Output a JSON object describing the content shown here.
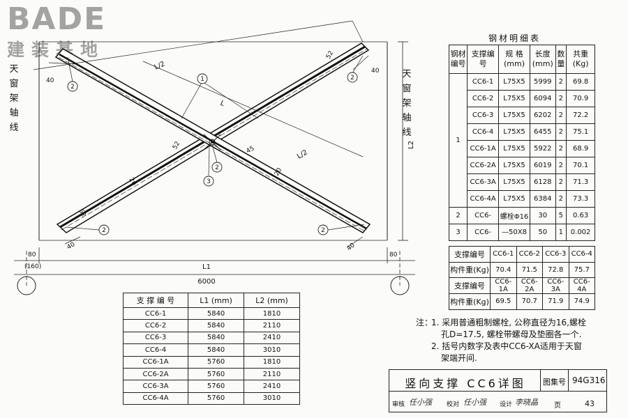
{
  "logo": {
    "latin": "BADE",
    "chinese": "建装基地"
  },
  "drawing": {
    "axis_label_left": [
      "天",
      "窗",
      "架",
      "轴",
      "线"
    ],
    "axis_label_right": [
      "天",
      "窗",
      "架",
      "轴",
      "线"
    ],
    "dim_L1": "L1",
    "dim_6000": "6000",
    "dim_80_left": "80",
    "dim_160": "(160)",
    "dim_80_right": "80",
    "dim_L2": "L2",
    "dim_L2_half": "L/2",
    "dim_L": "L",
    "dim_40": "40",
    "dim_45": "45",
    "dim_52": "52",
    "dim_20": "20",
    "callout_1": "1",
    "callout_2": "2",
    "callout_3": "3"
  },
  "steel_table": {
    "title": "钢材明细表",
    "headers": [
      "钢材编号",
      "支撑编号",
      "规 格 (mm)",
      "长度 (mm)",
      "数量",
      "共重 (Kg)"
    ],
    "rows": [
      {
        "group": "1",
        "id": "CC6-1",
        "spec": "L75X5",
        "length": "5999",
        "qty": "2",
        "weight": "69.8"
      },
      {
        "group": "",
        "id": "CC6-2",
        "spec": "L75X5",
        "length": "6094",
        "qty": "2",
        "weight": "70.9"
      },
      {
        "group": "",
        "id": "CC6-3",
        "spec": "L75X5",
        "length": "6202",
        "qty": "2",
        "weight": "72.2"
      },
      {
        "group": "",
        "id": "CC6-4",
        "spec": "L75X5",
        "length": "6455",
        "qty": "2",
        "weight": "75.1"
      },
      {
        "group": "",
        "id": "CC6-1A",
        "spec": "L75X5",
        "length": "5922",
        "qty": "2",
        "weight": "68.9"
      },
      {
        "group": "",
        "id": "CC6-2A",
        "spec": "L75X5",
        "length": "6019",
        "qty": "2",
        "weight": "70.1"
      },
      {
        "group": "",
        "id": "CC6-3A",
        "spec": "L75X5",
        "length": "6128",
        "qty": "2",
        "weight": "71.3"
      },
      {
        "group": "",
        "id": "CC6-4A",
        "spec": "L75X5",
        "length": "6384",
        "qty": "2",
        "weight": "73.3"
      },
      {
        "group": "2",
        "id": "CC6-",
        "spec": "螺栓Φ16",
        "length": "30",
        "qty": "5",
        "weight": "0.63"
      },
      {
        "group": "3",
        "id": "CC6-",
        "spec": "—50X8",
        "length": "50",
        "qty": "1",
        "weight": "0.002"
      }
    ]
  },
  "weight_table": {
    "row_label_id": "支撑编号",
    "row_label_weight": "构件重(Kg)",
    "ids_1": [
      "CC6-1",
      "CC6-2",
      "CC6-3",
      "CC6-4"
    ],
    "weights_1": [
      "70.4",
      "71.5",
      "72.8",
      "75.7"
    ],
    "ids_2": [
      "CC6-1A",
      "CC6-2A",
      "CC6-3A",
      "CC6-4A"
    ],
    "weights_2": [
      "69.5",
      "70.7",
      "71.9",
      "74.9"
    ]
  },
  "length_table": {
    "headers": [
      "支 撑 编 号",
      "L1  (mm)",
      "L2  (mm)"
    ],
    "rows": [
      {
        "id": "CC6-1",
        "l1": "5840",
        "l2": "1810"
      },
      {
        "id": "CC6-2",
        "l1": "5840",
        "l2": "2110"
      },
      {
        "id": "CC6-3",
        "l1": "5840",
        "l2": "2410"
      },
      {
        "id": "CC6-4",
        "l1": "5840",
        "l2": "3010"
      },
      {
        "id": "CC6-1A",
        "l1": "5760",
        "l2": "1810"
      },
      {
        "id": "CC6-2A",
        "l1": "5760",
        "l2": "2110"
      },
      {
        "id": "CC6-3A",
        "l1": "5760",
        "l2": "2410"
      },
      {
        "id": "CC6-4A",
        "l1": "5760",
        "l2": "3010"
      }
    ]
  },
  "notes": {
    "label": "注：",
    "item1": "1. 采用普通粗制螺栓, 公称直径为16,螺栓",
    "item1_cont": "孔D=17.5, 螺栓带螺母及垫圈各一个.",
    "item2": "2. 括号内数字及表中CC6-XA适用于天窗",
    "item2_cont": "架端开间."
  },
  "title_block": {
    "title": "竖向支撑 CC6详图",
    "set_label": "图集号",
    "set_no": "94G316",
    "review": "审核",
    "check": "校对",
    "design": "设计",
    "page_label": "页",
    "page_no": "43",
    "sig1": "任小强",
    "sig2": "任小强",
    "sig3": "李晓晶"
  }
}
